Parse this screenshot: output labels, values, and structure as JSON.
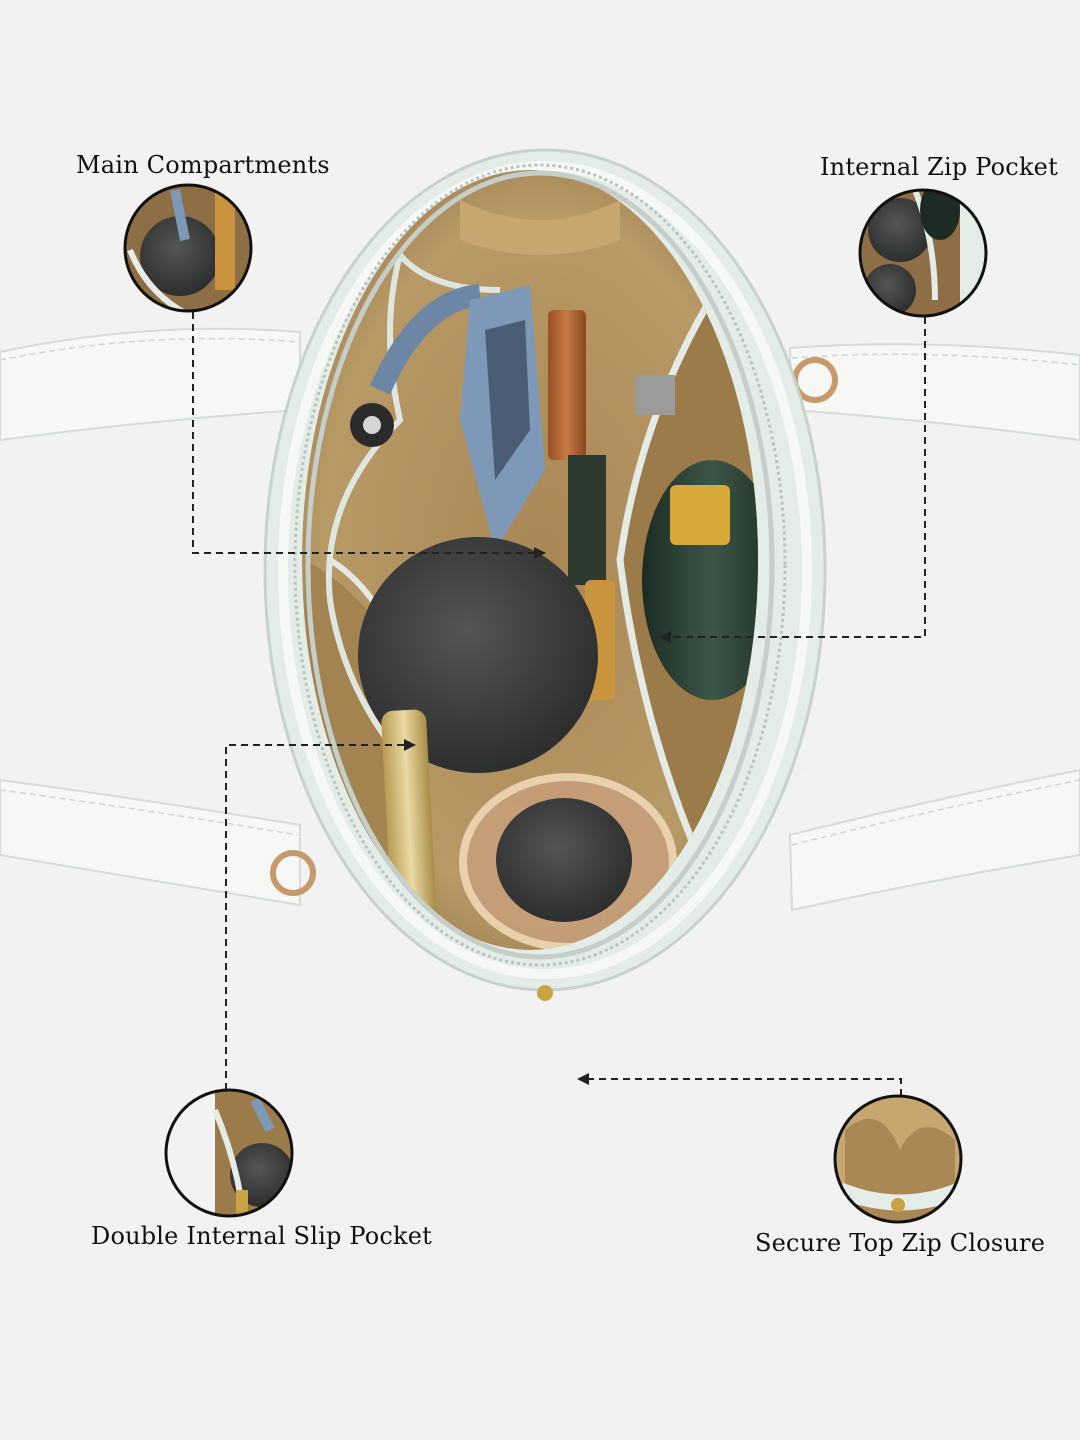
{
  "callouts": {
    "main_compartments": "Main Compartments",
    "internal_zip_pocket": "Internal Zip Pocket",
    "double_internal_slip_pocket": "Double Internal Slip Pocket",
    "secure_top_zip_closure": "Secure Top Zip Closure"
  },
  "colors": {
    "background": "#f2f2f2",
    "bag_shell": "#e4ece7",
    "lining": "#b5935e",
    "strap": "#f5f7f4",
    "pouch": "#3e3f3f",
    "dashed_line": "#222222"
  }
}
